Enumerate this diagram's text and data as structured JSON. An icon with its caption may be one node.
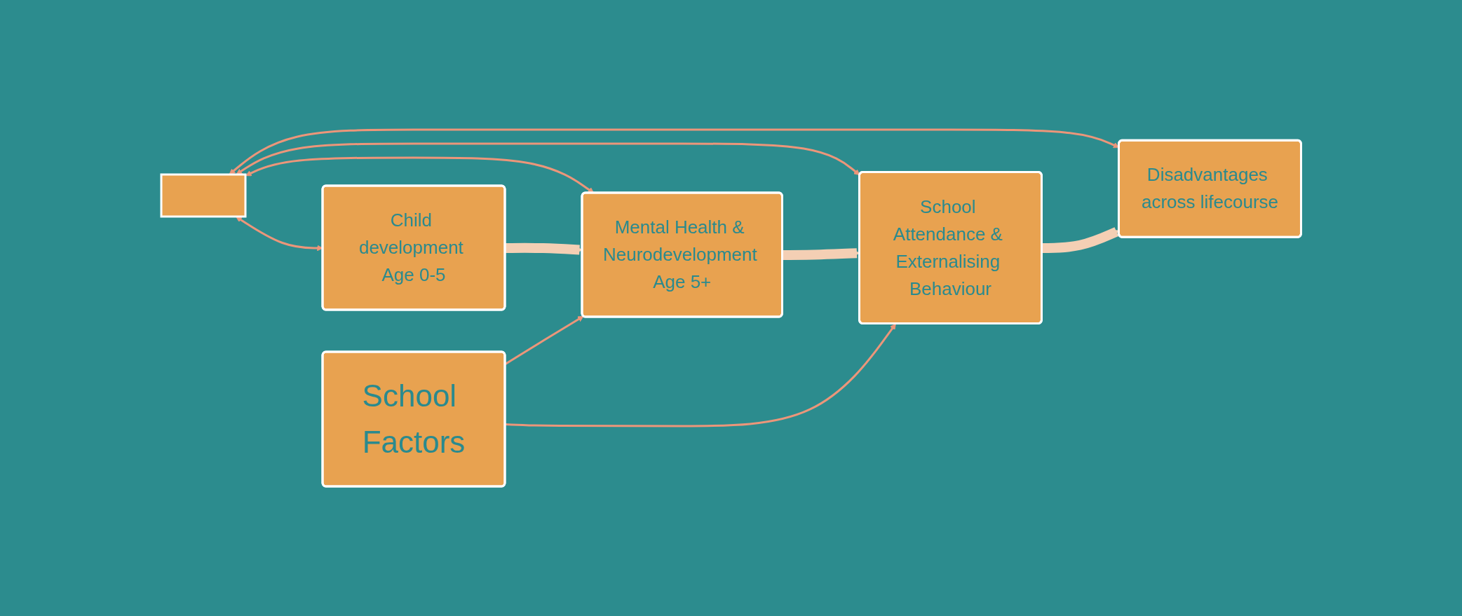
{
  "diagram": {
    "nodes": [
      {
        "text": [],
        "shape": "box"
      },
      {
        "text": [
          "Child development Age 0-5"
        ]
      },
      {
        "text": [
          "Mental Health & Neurodevelopment Age 5+"
        ]
      },
      {
        "text": [
          "School Attendance & Externalising Behaviour"
        ]
      },
      {
        "text": [
          "Disadvantages across lifecourse"
        ]
      },
      {
        "text": [
          "School Factors"
        ]
      }
    ],
    "edges": [
      {
        "from": 0,
        "to": 1,
        "arrow": "both"
      },
      {
        "from": 0,
        "to": 2,
        "arrow": "both"
      },
      {
        "from": 0,
        "to": 3,
        "arrow": "both"
      },
      {
        "from": 0,
        "to": 4,
        "arrow": "both"
      },
      {
        "from": 1,
        "to": 2,
        "arrow": "to",
        "style": "thick",
        "color": "#f4cfb4"
      },
      {
        "from": 2,
        "to": 3,
        "arrow": "to",
        "style": "thick",
        "color": "#f4cfb4"
      },
      {
        "from": 3,
        "to": 4,
        "arrow": "to",
        "style": "thick",
        "color": "#f4cfb4"
      },
      {
        "from": 5,
        "to": 2,
        "arrow": "to"
      },
      {
        "from": 5,
        "to": 3,
        "arrow": "to"
      }
    ]
  }
}
